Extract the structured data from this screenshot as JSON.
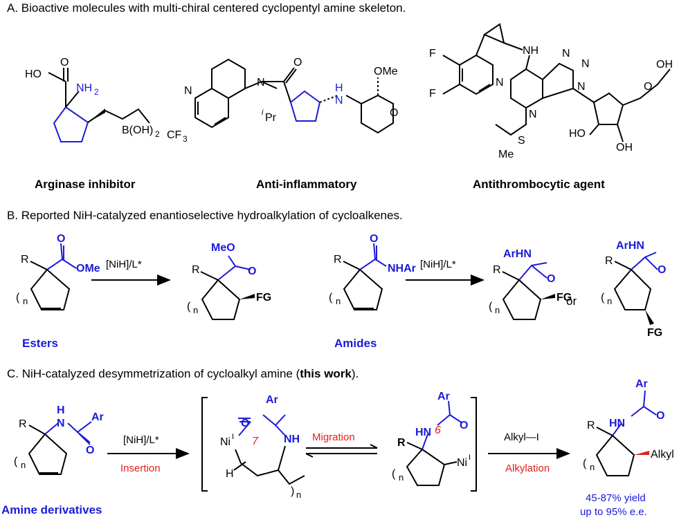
{
  "sections": {
    "a": {
      "title": "A. Bioactive molecules with multi-chiral centered cyclopentyl amine skeleton.",
      "molecules": [
        {
          "caption": "Arginase inhibitor"
        },
        {
          "caption": "Anti-inflammatory"
        },
        {
          "caption": "Antithrombocytic agent"
        }
      ]
    },
    "b": {
      "title": "B. Reported NiH-catalyzed enantioselective hydroalkylation of cycloalkenes.",
      "esters_label": "Esters",
      "amides_label": "Amides",
      "arrow_reagent": "[NiH]/L*",
      "or_text": "or"
    },
    "c": {
      "title_prefix": "C. NiH-catalyzed desymmetrization of cycloalkyl amine (",
      "title_bold": "this work",
      "title_suffix": ").",
      "reagent1": "[NiH]/L*",
      "step1": "Insertion",
      "step2": "Migration",
      "reagent3": "Alkyl—I",
      "step3": "Alkylation",
      "ring_size_1": "7",
      "ring_size_2": "6",
      "substrate_label": "Amine derivatives",
      "yield_text": "45-87% yield",
      "ee_text": "up to 95% e.e."
    }
  },
  "colors": {
    "accent_blue": "#1a1adb",
    "accent_red": "#e0201b"
  }
}
